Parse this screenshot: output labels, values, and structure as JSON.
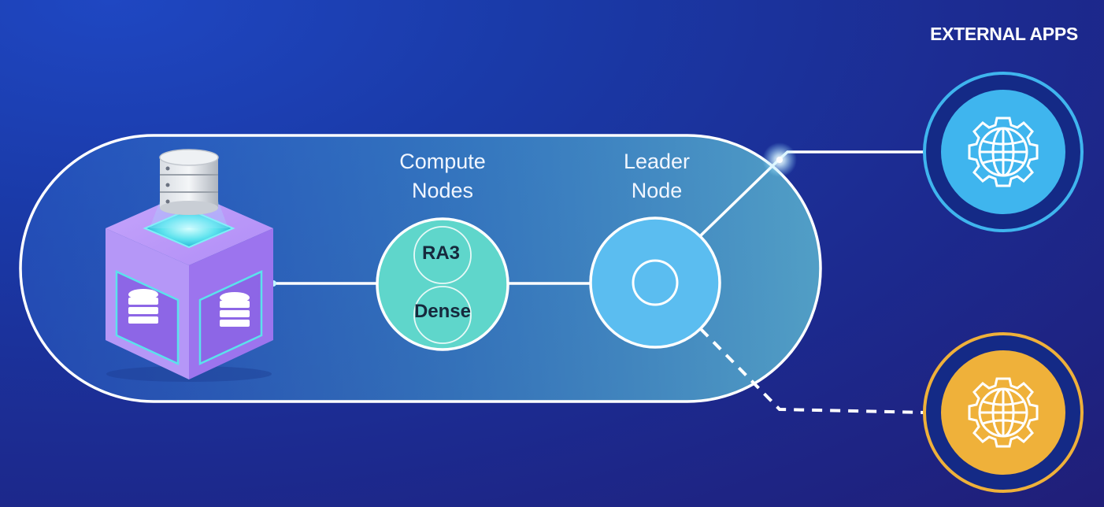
{
  "diagram": {
    "external_apps_title": "EXTERNAL APPS",
    "compute_nodes": {
      "title_line1": "Compute",
      "title_line2": "Nodes",
      "node_types": [
        "RA3",
        "Dense"
      ]
    },
    "leader_node": {
      "title_line1": "Leader",
      "title_line2": "Node"
    },
    "external_apps": [
      {
        "icon": "globe-gear-icon",
        "color": "#3fb5ee",
        "connection": "solid"
      },
      {
        "icon": "globe-gear-icon",
        "color": "#efb13a",
        "connection": "dashed"
      }
    ],
    "colors": {
      "compute_node": "#5fd6cb",
      "leader_node": "#5bbdf0",
      "cluster_outline": "#ffffff",
      "storage_block": "#a77cf2"
    }
  }
}
